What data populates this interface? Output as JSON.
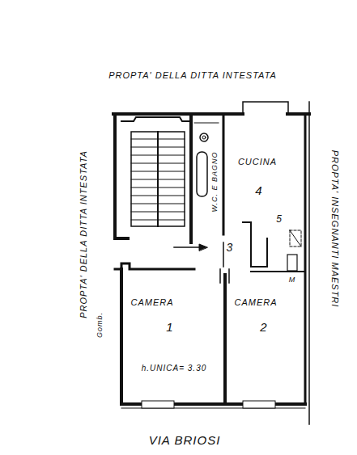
{
  "diagram": {
    "nodes": [
      {
        "text": [
          "CUCINA",
          "4"
        ]
      },
      {
        "text": [
          "W.C. E BAGNO"
        ]
      },
      {
        "text": [
          "3"
        ]
      },
      {
        "text": [
          "CAMERA",
          "1"
        ]
      },
      {
        "text": [
          "CAMERA",
          "2"
        ]
      }
    ],
    "labels": [
      "PROPTA' DELLA DITTA INTESTATA",
      "PROPTA' DELLA DITTA INTESTATA",
      "PROPTA' INSEGNANTI MAESTRI",
      "VIA BRIOSI",
      "h.UNICA= 3.30",
      "Gomb.",
      "5",
      "M"
    ]
  }
}
